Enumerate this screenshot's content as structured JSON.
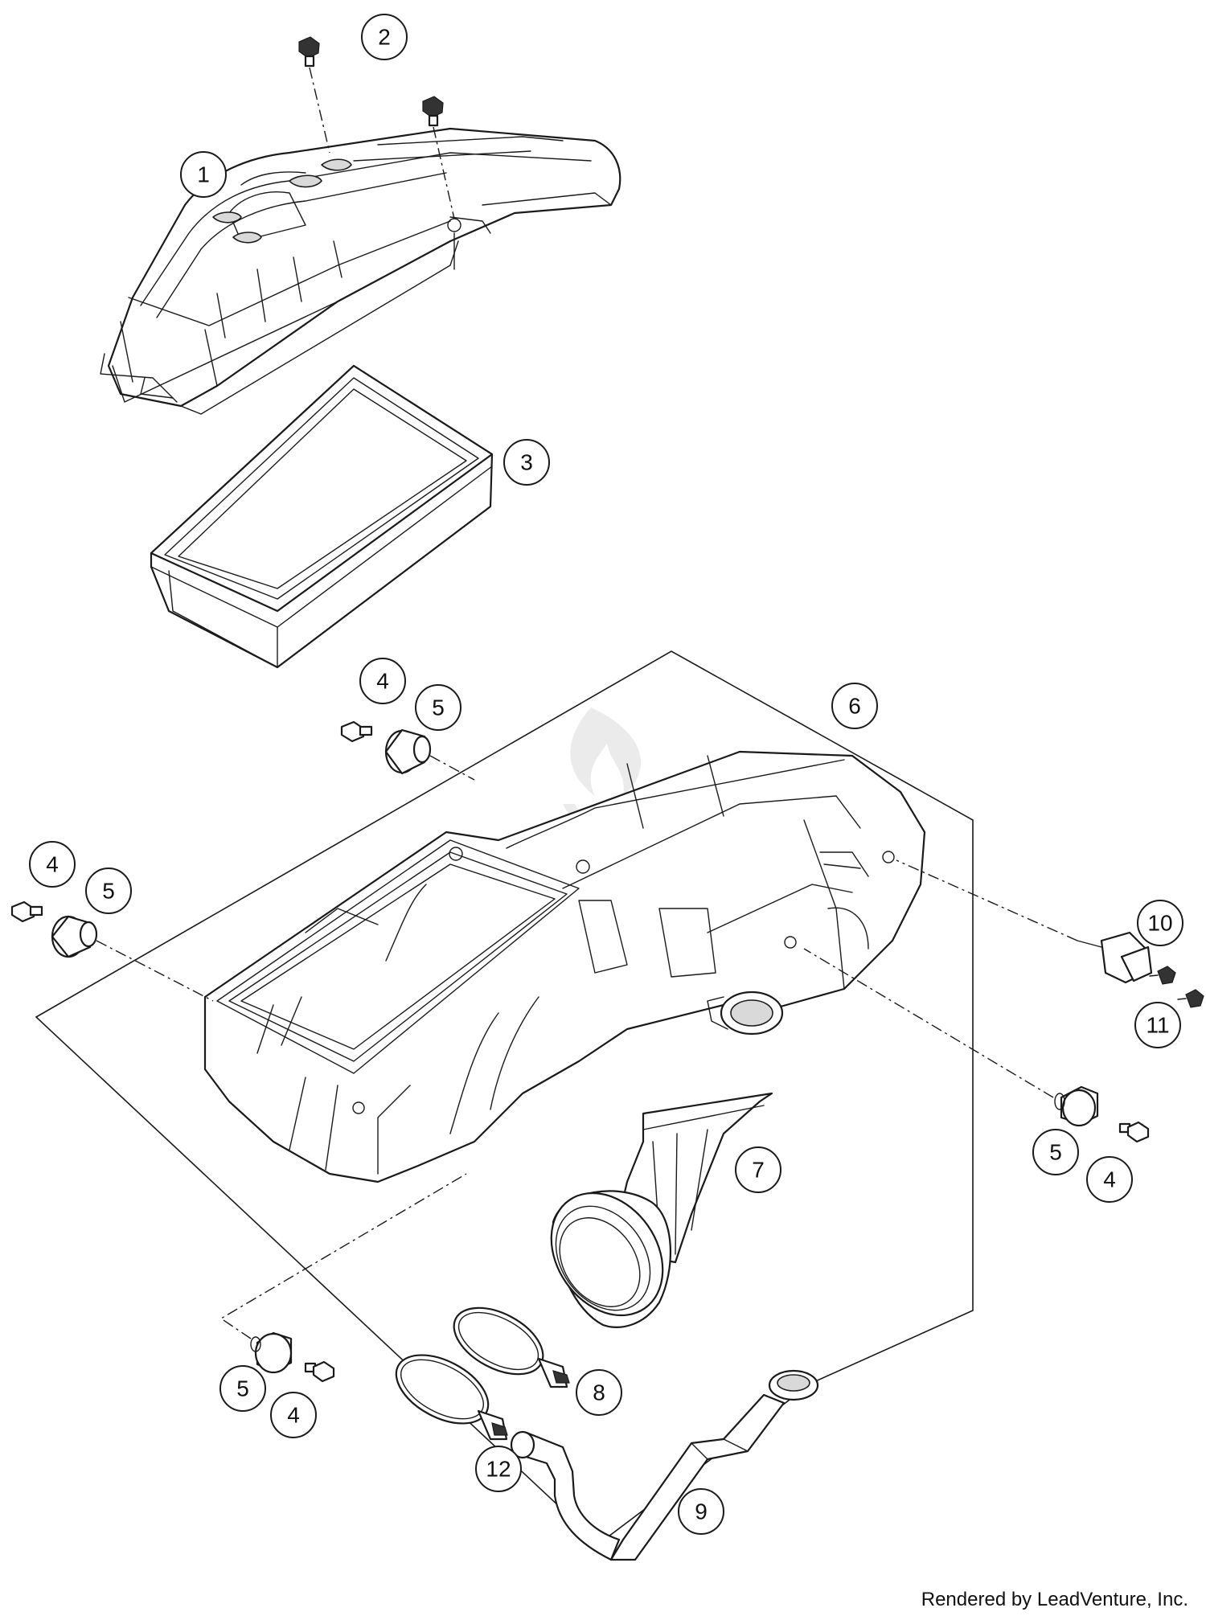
{
  "callouts": [
    {
      "id": "c1",
      "label": "1"
    },
    {
      "id": "c2",
      "label": "2"
    },
    {
      "id": "c3",
      "label": "3"
    },
    {
      "id": "c4a",
      "label": "4"
    },
    {
      "id": "c5a",
      "label": "5"
    },
    {
      "id": "c6",
      "label": "6"
    },
    {
      "id": "c4b",
      "label": "4"
    },
    {
      "id": "c5b",
      "label": "5"
    },
    {
      "id": "c10",
      "label": "10"
    },
    {
      "id": "c11",
      "label": "11"
    },
    {
      "id": "c5c",
      "label": "5"
    },
    {
      "id": "c4c",
      "label": "4"
    },
    {
      "id": "c7",
      "label": "7"
    },
    {
      "id": "c8",
      "label": "8"
    },
    {
      "id": "c5d",
      "label": "5"
    },
    {
      "id": "c4d",
      "label": "4"
    },
    {
      "id": "c12",
      "label": "12"
    },
    {
      "id": "c9",
      "label": "9"
    }
  ],
  "footer": {
    "credit": "Rendered by LeadVenture, Inc."
  }
}
